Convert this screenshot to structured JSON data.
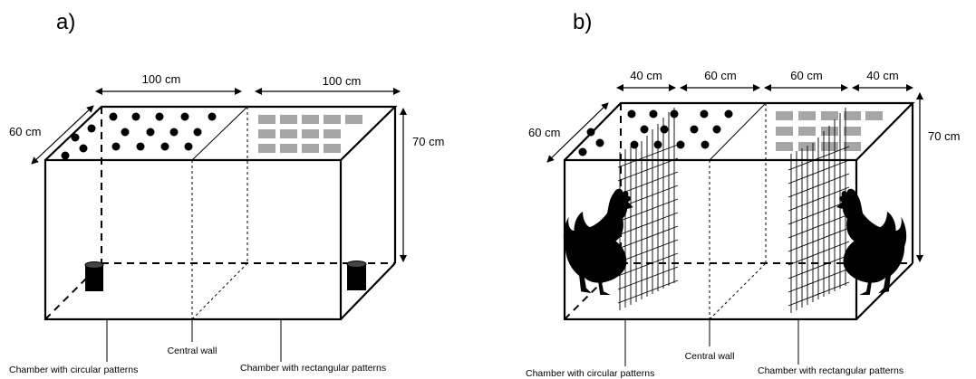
{
  "panel_a": {
    "label": "a)",
    "dim_width_left": "100 cm",
    "dim_width_right": "100 cm",
    "dim_depth": "60 cm",
    "dim_height": "70 cm",
    "caption_left": "Chamber with circular patterns",
    "caption_center": "Central wall",
    "caption_right": "Chamber with rectangular patterns"
  },
  "panel_b": {
    "label": "b)",
    "dim_1": "40 cm",
    "dim_2": "60 cm",
    "dim_3": "60 cm",
    "dim_4": "40 cm",
    "dim_depth": "60 cm",
    "dim_height": "70 cm",
    "caption_left": "Chamber with circular patterns",
    "caption_center": "Central wall",
    "caption_right": "Chamber with rectangular patterns"
  },
  "colors": {
    "stroke": "#000000",
    "pattern_rect": "#a6a6a6"
  }
}
